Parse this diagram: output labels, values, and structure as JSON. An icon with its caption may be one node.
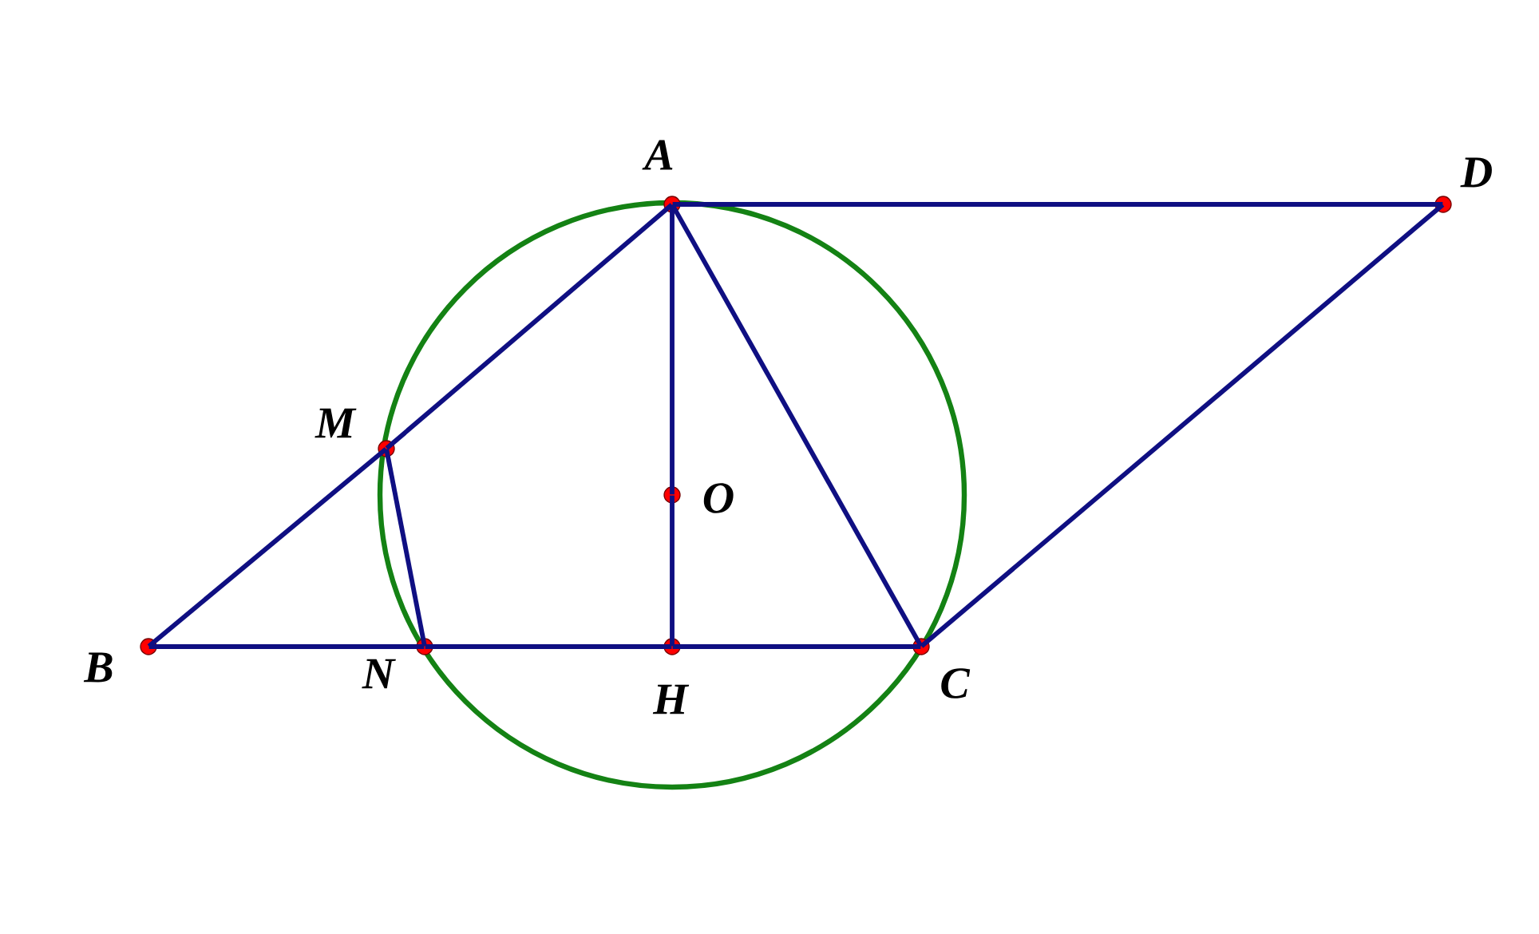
{
  "diagram": {
    "nodes": [
      {
        "text": [],
        "shape": "circle",
        "beside": [
          "A"
        ]
      },
      {
        "text": [],
        "shape": "circle",
        "beside": [
          "D"
        ]
      },
      {
        "text": [],
        "shape": "circle",
        "beside": [
          "M"
        ]
      },
      {
        "text": [],
        "shape": "circle",
        "beside": [
          "O"
        ]
      },
      {
        "text": [],
        "shape": "circle",
        "beside": [
          "B"
        ]
      },
      {
        "text": [],
        "shape": "circle",
        "beside": [
          "N"
        ]
      },
      {
        "text": [],
        "shape": "circle",
        "beside": [
          "H"
        ]
      },
      {
        "text": [],
        "shape": "circle",
        "beside": [
          "C"
        ]
      }
    ],
    "edges": [
      {
        "from": 0,
        "to": 1,
        "arrow": "none"
      },
      {
        "from": 0,
        "to": 2,
        "arrow": "none"
      },
      {
        "from": 2,
        "to": 4,
        "arrow": "none"
      },
      {
        "from": 0,
        "to": 3,
        "arrow": "none"
      },
      {
        "from": 3,
        "to": 6,
        "arrow": "none"
      },
      {
        "from": 0,
        "to": 7,
        "arrow": "none"
      },
      {
        "from": 4,
        "to": 5,
        "arrow": "none"
      },
      {
        "from": 5,
        "to": 6,
        "arrow": "none"
      },
      {
        "from": 6,
        "to": 7,
        "arrow": "none"
      },
      {
        "from": 2,
        "to": 5,
        "arrow": "none"
      },
      {
        "from": 7,
        "to": 1,
        "arrow": "none"
      }
    ]
  }
}
